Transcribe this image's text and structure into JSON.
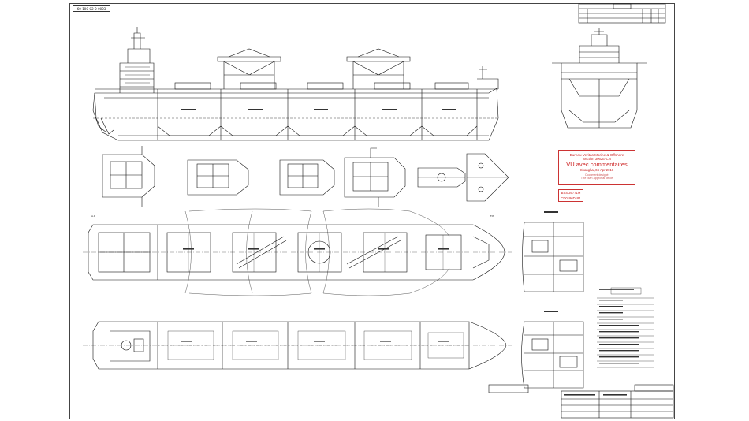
{
  "drawing": {
    "doc_ref": "60-100-C2-0-0003",
    "stamp": {
      "line1": "Bureau Veritas Marine & Offshore",
      "line2": "Section 3062E-CN",
      "line3": "VU avec commentaires",
      "line4": "Shanghai,04 Apr 2018",
      "line5": "Document designé",
      "line6": "The plan approval office",
      "ref1": "BSS 26771M",
      "ref2": "CD0196D181"
    },
    "section_labels": [
      "A.P.",
      "F.P."
    ]
  }
}
